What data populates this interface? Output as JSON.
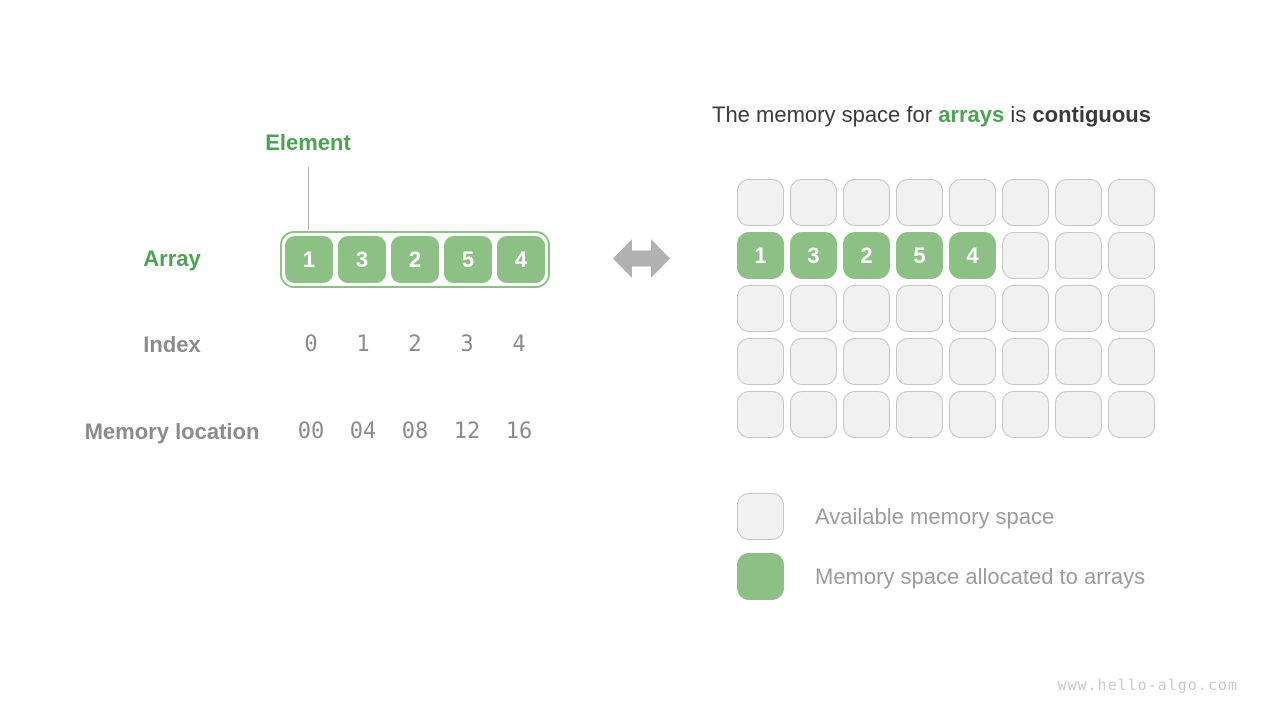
{
  "left": {
    "element_label": "Element",
    "array_label": "Array",
    "array_values": [
      "1",
      "3",
      "2",
      "5",
      "4"
    ],
    "index_label": "Index",
    "index_values": [
      "0",
      "1",
      "2",
      "3",
      "4"
    ],
    "memory_label": "Memory location",
    "memory_values": [
      "00",
      "04",
      "08",
      "12",
      "16"
    ]
  },
  "right": {
    "title": {
      "prefix": "The memory space for ",
      "highlight": "arrays",
      "middle": " is ",
      "bold": "contiguous"
    },
    "grid": {
      "columns": 8,
      "rows": 5,
      "allocated_row": 1,
      "allocated_values": [
        "1",
        "3",
        "2",
        "5",
        "4"
      ]
    },
    "legend": [
      {
        "type": "available",
        "label": "Available memory space"
      },
      {
        "type": "allocated",
        "label": "Memory space allocated to arrays"
      }
    ]
  },
  "watermark": "www.hello-algo.com",
  "colors": {
    "green_text": "#4ca351",
    "green_fill": "#8cc084",
    "gray_label": "#8c8c8c",
    "legend_text": "#9c9c9c",
    "title_text": "#3b3b3b",
    "cell_bg": "#f1f1f1",
    "cell_border": "#c6c6c6",
    "arrow": "#b1b1b1"
  }
}
